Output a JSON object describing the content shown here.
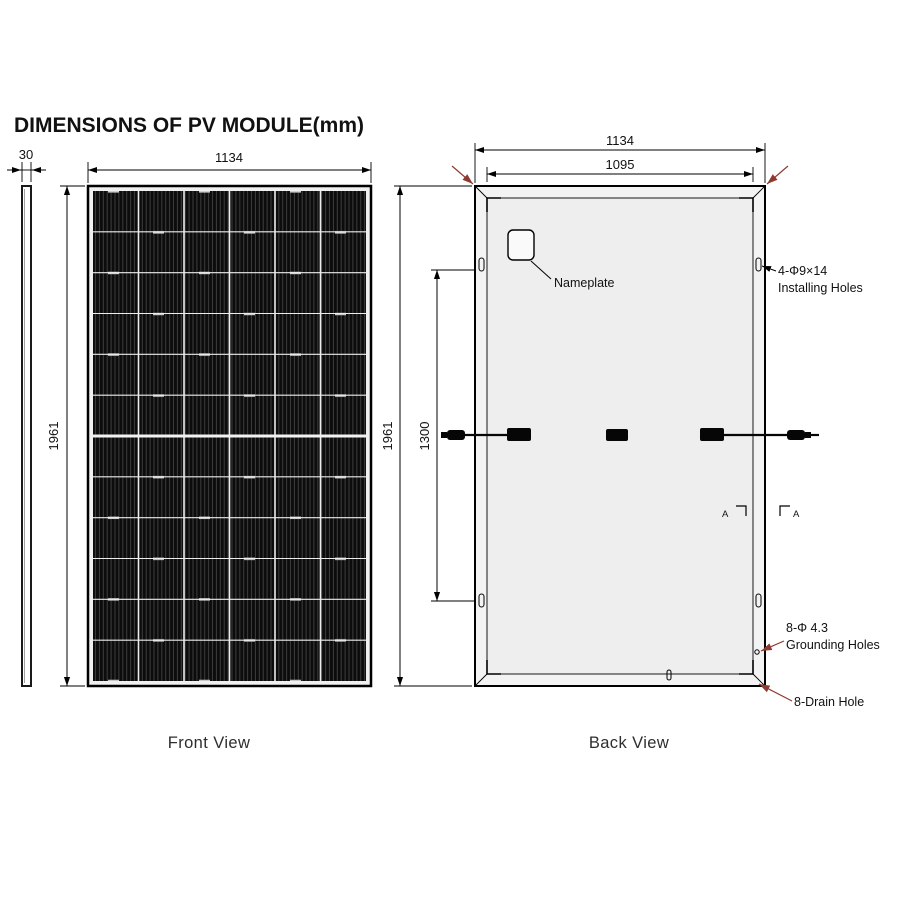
{
  "title": "DIMENSIONS OF PV MODULE(mm)",
  "colors": {
    "title": "#1899d6",
    "leader": "#8d3b32",
    "panel_black": "#0c0c0c"
  },
  "front_view": {
    "label": "Front View",
    "dims": {
      "thickness": "30",
      "width": "1134",
      "height": "1961"
    }
  },
  "back_view": {
    "label": "Back View",
    "dims": {
      "outer_width": "1134",
      "inner_width": "1095",
      "height": "1961",
      "mount_span": "1300"
    },
    "annotations": {
      "nameplate": "Nameplate",
      "installing_holes_spec": "4-Φ9×14",
      "installing_holes_label": "Installing Holes",
      "grounding_holes_spec": "8-Φ 4.3",
      "grounding_holes_label": "Grounding Holes",
      "drain_hole_label": "8-Drain Hole",
      "section_mark": "A"
    }
  }
}
